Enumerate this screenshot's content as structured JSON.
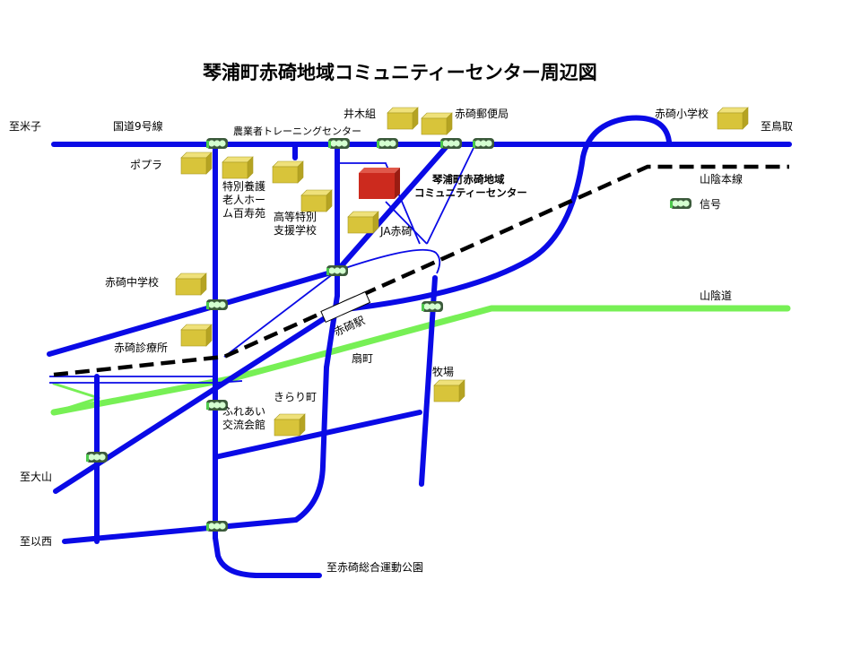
{
  "title": "琴浦町赤碕地域コミュニティーセンター周辺図",
  "center": {
    "line1": "琴浦町赤碕地域",
    "line2": "コミュニティーセンター"
  },
  "labels": {
    "yonago": "至米子",
    "route9": "国道9号線",
    "training": "農業者トレーニングセンター",
    "igumi": "井木組",
    "post": "赤碕郵便局",
    "elementary": "赤碕小学校",
    "tottori": "至鳥取",
    "poplar": "ポプラ",
    "tokubetsu1": "特別養護",
    "tokubetsu2": "老人ホー",
    "tokubetsu3": "ム百寿苑",
    "koto1": "高等特別",
    "koto2": "支援学校",
    "ja": "JA赤碕",
    "sanin_line": "山陰本線",
    "signal_legend": "信号",
    "junior": "赤碕中学校",
    "station": "赤碕駅",
    "sanin_road": "山陰道",
    "clinic": "赤碕診療所",
    "ougi": "扇町",
    "bokujo": "牧場",
    "kirari": "きらり町",
    "fureai1": "ふれあい",
    "fureai2": "交流会館",
    "daisen": "至大山",
    "iseni": "至以西",
    "park": "至赤碕総合運動公園"
  },
  "colors": {
    "road": "#0a0ae6",
    "expressway": "#77f055",
    "railway": "#000000",
    "building": "#d8c43a",
    "center_building": "#cc2a1e"
  }
}
